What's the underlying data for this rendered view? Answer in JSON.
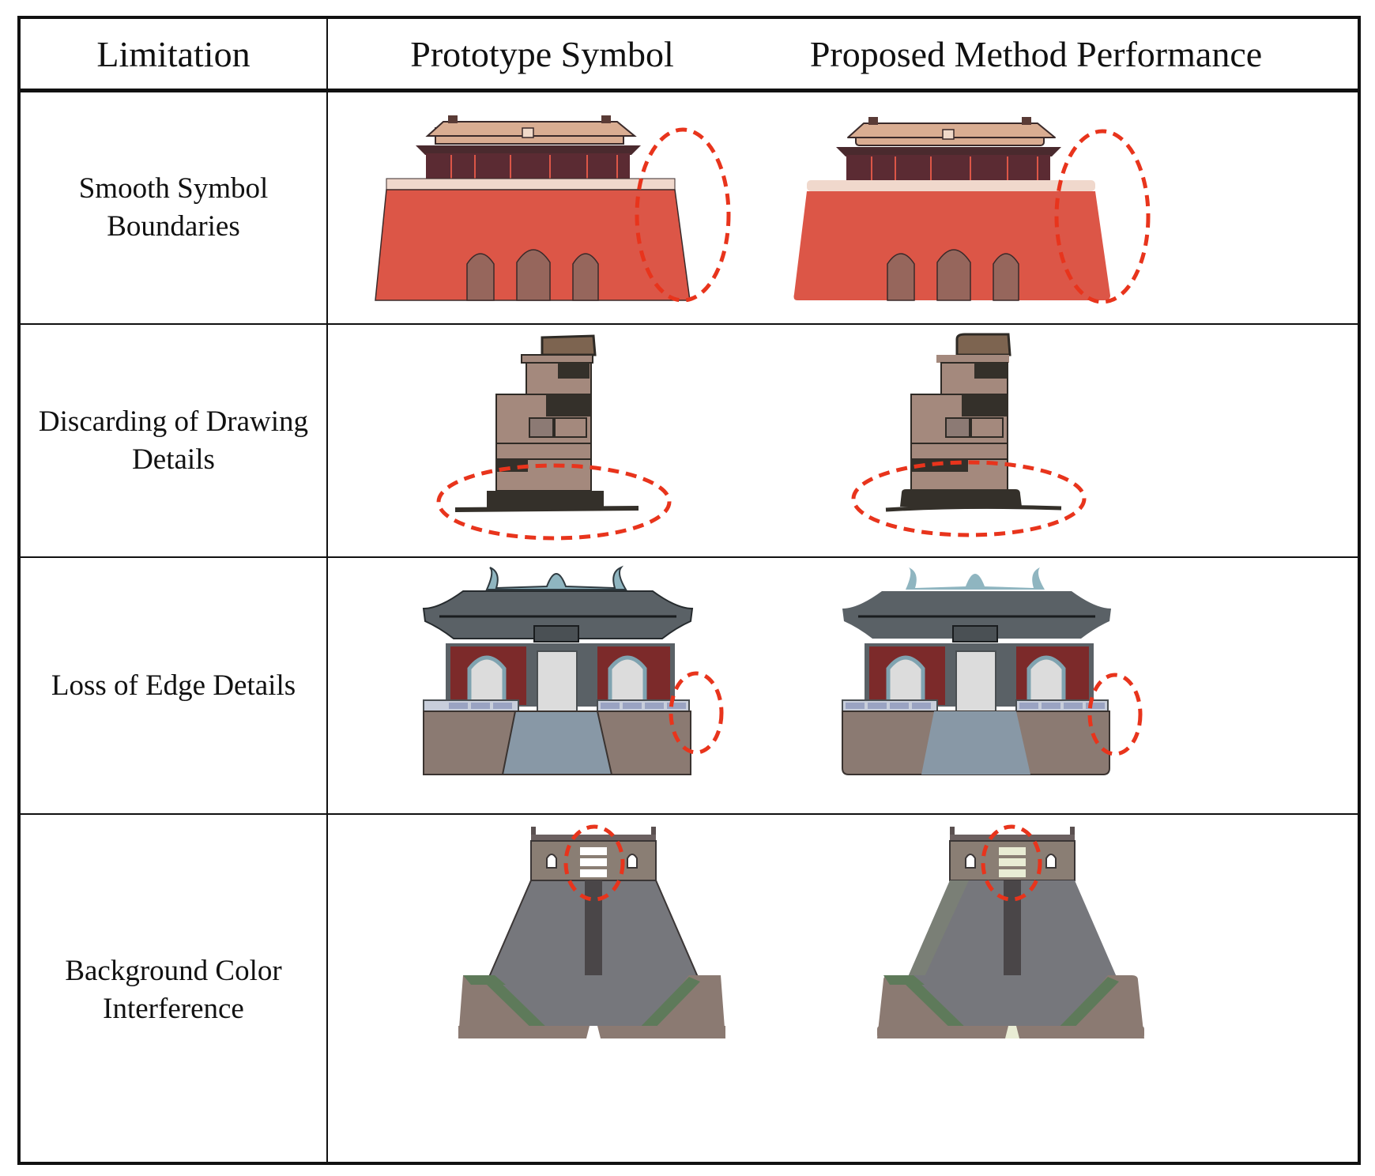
{
  "header": {
    "col1": "Limitation",
    "col2": "Prototype Symbol",
    "col3": "Proposed Method Performance"
  },
  "rows": [
    {
      "limitation_line1": "Smooth Symbol",
      "limitation_line2": "Boundaries",
      "prototype_icon": "red-gate-tower",
      "result_icon": "red-gate-tower"
    },
    {
      "limitation_line1": "Discarding of Drawing",
      "limitation_line2": "Details",
      "prototype_icon": "brick-ruin",
      "result_icon": "brick-ruin"
    },
    {
      "limitation_line1": "Loss of Edge Details",
      "limitation_line2": "",
      "prototype_icon": "grey-temple-gate",
      "result_icon": "grey-temple-gate"
    },
    {
      "limitation_line1": "Background Color",
      "limitation_line2": "Interference",
      "prototype_icon": "grey-fortress-tower",
      "result_icon": "grey-fortress-tower"
    }
  ],
  "colors": {
    "highlight_ellipse": "#e8341c",
    "gate_wall_red": "#dc5647",
    "temple_roof": "#5a6166",
    "fortress_grey": "#76777c"
  }
}
